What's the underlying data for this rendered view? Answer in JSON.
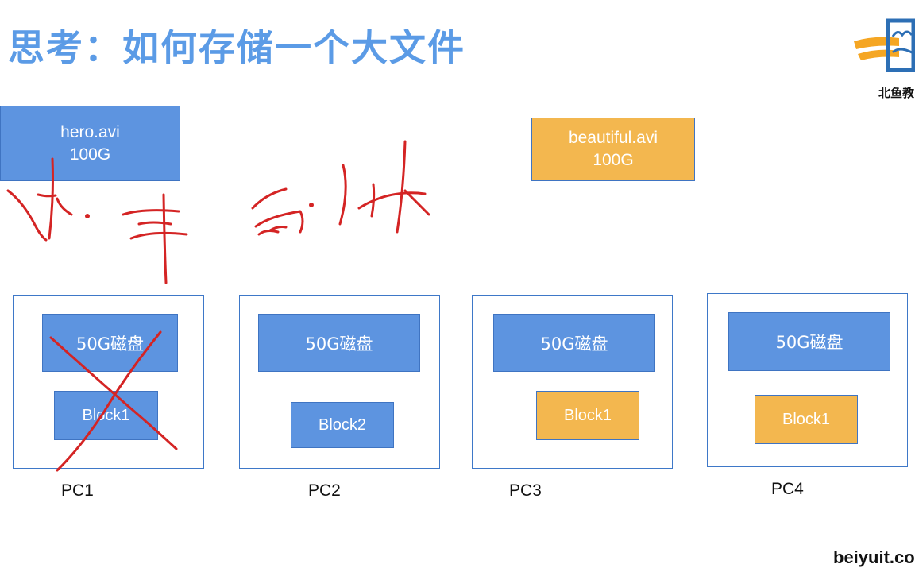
{
  "title": "思考：如何存储一个大文件",
  "files": [
    {
      "name": "hero.avi",
      "size": "100G",
      "color": "#5d94e0"
    },
    {
      "name": "beautiful.avi",
      "size": "100G",
      "color": "#f3b74f"
    }
  ],
  "pcs": [
    {
      "label": "PC1",
      "disk": "50G磁盘",
      "block": "Block1",
      "block_color": "#5d94e0",
      "crossed_out": true
    },
    {
      "label": "PC2",
      "disk": "50G磁盘",
      "block": "Block2",
      "block_color": "#5d94e0",
      "crossed_out": false
    },
    {
      "label": "PC3",
      "disk": "50G磁盘",
      "block": "Block1",
      "block_color": "#f3b74f",
      "crossed_out": false
    },
    {
      "label": "PC4",
      "disk": "50G磁盘",
      "block": "Block1",
      "block_color": "#f3b74f",
      "crossed_out": false
    }
  ],
  "logo": {
    "text": "北鱼教"
  },
  "footer": {
    "text": "beiyuit.co"
  },
  "annotation_color": "#d42424"
}
